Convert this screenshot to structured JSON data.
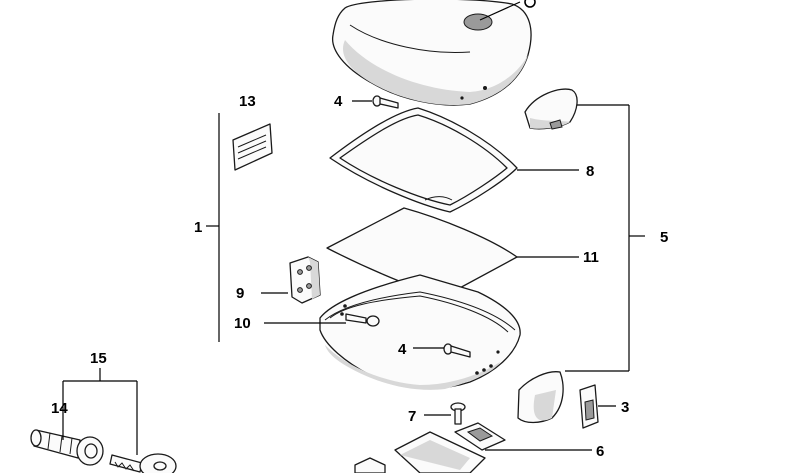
{
  "callouts": {
    "c1": "1",
    "c3": "3",
    "c4a": "4",
    "c4b": "4",
    "c5": "5",
    "c6": "6",
    "c7": "7",
    "c8": "8",
    "c9": "9",
    "c10": "10",
    "c11": "11",
    "c13": "13",
    "c14": "14",
    "c15": "15"
  }
}
